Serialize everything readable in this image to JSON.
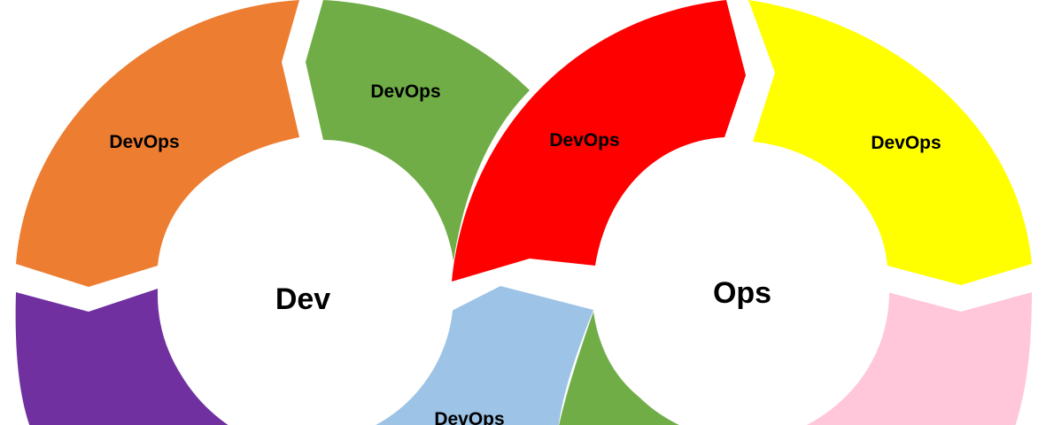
{
  "diagram": {
    "left_loop": {
      "center_label": "Dev",
      "segments": [
        {
          "id": "orange",
          "label": "DevOps",
          "color": "#ED7D31"
        },
        {
          "id": "green-top",
          "label": "DevOps",
          "color": "#70AD47"
        },
        {
          "id": "blue",
          "label": "DevOps",
          "color": "#9DC3E6"
        },
        {
          "id": "purple",
          "label": "",
          "color": "#7030A0"
        }
      ]
    },
    "right_loop": {
      "center_label": "Ops",
      "segments": [
        {
          "id": "red",
          "label": "DevOps",
          "color": "#FF0000"
        },
        {
          "id": "yellow",
          "label": "DevOps",
          "color": "#FFFF00"
        },
        {
          "id": "pink",
          "label": "",
          "color": "#FFC7D9"
        },
        {
          "id": "green-bottom",
          "label": "",
          "color": "#70AD47"
        }
      ]
    }
  }
}
